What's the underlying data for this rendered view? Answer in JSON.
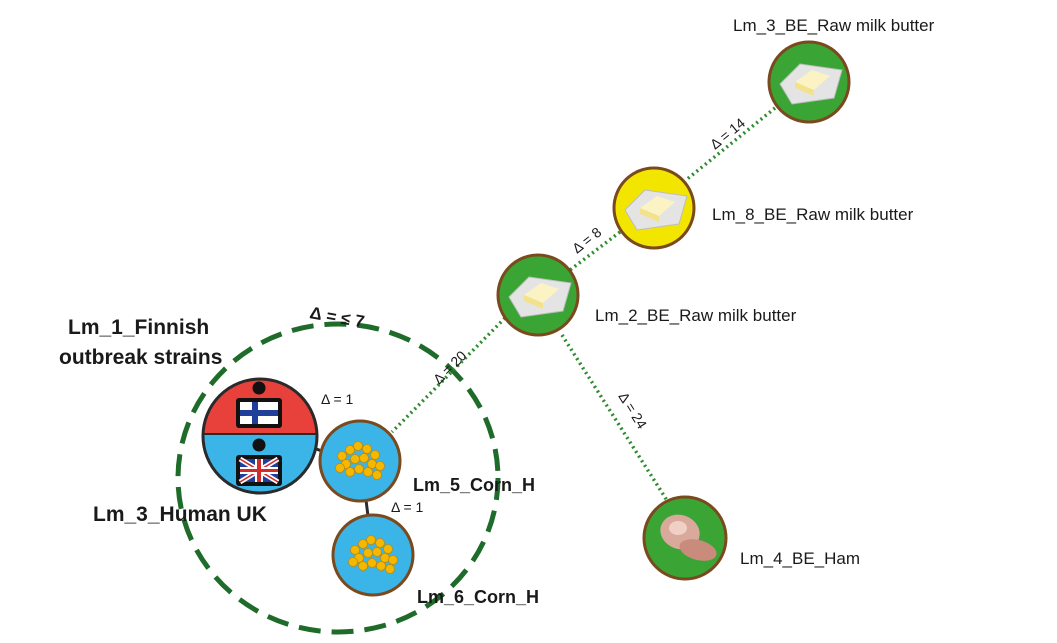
{
  "nodes": {
    "lm3_butter": {
      "label": "Lm_3_BE_Raw milk butter",
      "fill": "#3aa535",
      "icon": "butter-icon"
    },
    "lm8_butter": {
      "label": "Lm_8_BE_Raw milk butter",
      "fill": "#f2e600",
      "icon": "butter-icon"
    },
    "lm2_butter": {
      "label": "Lm_2_BE_Raw milk butter",
      "fill": "#3aa535",
      "icon": "butter-icon"
    },
    "lm4_ham": {
      "label": "Lm_4_BE_Ham",
      "fill": "#3aa535",
      "icon": "ham-icon"
    },
    "lm5_corn": {
      "label": "Lm_5_Corn_H",
      "fill": "#3bb4e8",
      "icon": "corn-icon"
    },
    "lm6_corn": {
      "label": "Lm_6_Corn_H",
      "fill": "#3bb4e8",
      "icon": "corn-icon"
    },
    "human": {
      "label_top_line1": "Lm_1_Finnish",
      "label_top_line2": "outbreak strains",
      "label_bottom": "Lm_3_Human UK",
      "fill_top": "#e8403a",
      "fill_bottom": "#3bb4e8",
      "icon_top": "finland-flag-person-icon",
      "icon_bottom": "uk-flag-person-icon"
    }
  },
  "edges": {
    "lm3_lm8": "Δ = 14",
    "lm8_lm2": "Δ = 8",
    "lm2_lm5": "Δ = 20",
    "lm2_lm4": "Δ = 24",
    "human_lm5": "Δ = 1",
    "lm5_lm6": "Δ = 1"
  },
  "cluster": {
    "label": "Δ = ≤ 7"
  },
  "colors": {
    "node_border": "#7a4a1e",
    "edge": "#2e8b2e",
    "cluster_border": "#1e6b2a"
  }
}
